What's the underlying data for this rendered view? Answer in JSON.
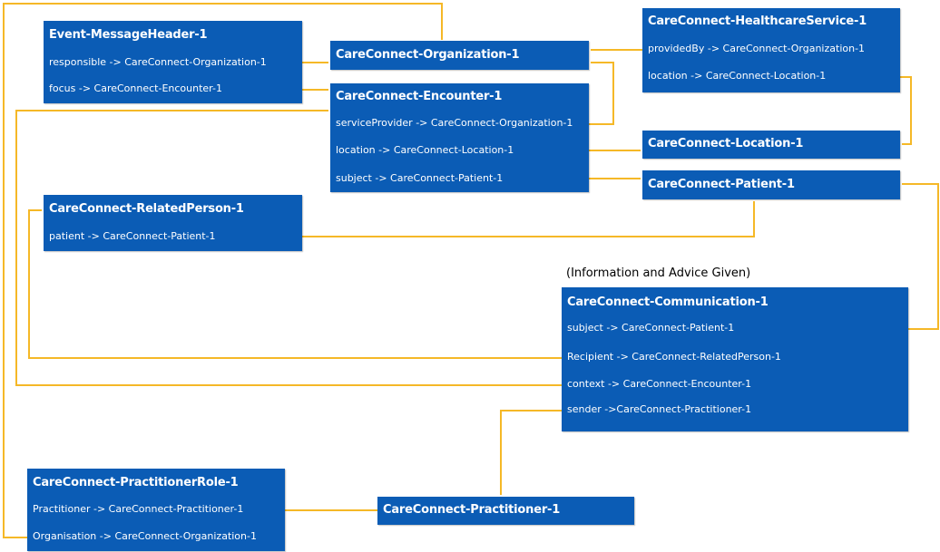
{
  "colors": {
    "box": "#0b5cb5",
    "connector": "#f5b827",
    "text": "#ffffff"
  },
  "caption": "(Information and Advice Given)",
  "boxes": {
    "message_header": {
      "title": "Event-MessageHeader-1",
      "fields": [
        "responsible -> CareConnect-Organization-1",
        "focus -> CareConnect-Encounter-1"
      ]
    },
    "organization": {
      "title": "CareConnect-Organization-1"
    },
    "encounter": {
      "title": "CareConnect-Encounter-1",
      "fields": [
        "serviceProvider -> CareConnect-Organization-1",
        "location -> CareConnect-Location-1",
        "subject -> CareConnect-Patient-1"
      ]
    },
    "healthcare_service": {
      "title": "CareConnect-HealthcareService-1",
      "fields": [
        "providedBy -> CareConnect-Organization-1",
        "location -> CareConnect-Location-1"
      ]
    },
    "location": {
      "title": "CareConnect-Location-1"
    },
    "patient": {
      "title": "CareConnect-Patient-1"
    },
    "related_person": {
      "title": "CareConnect-RelatedPerson-1",
      "fields": [
        "patient -> CareConnect-Patient-1"
      ]
    },
    "communication": {
      "title": "CareConnect-Communication-1",
      "fields": [
        "subject -> CareConnect-Patient-1",
        "Recipient -> CareConnect-RelatedPerson-1",
        "context -> CareConnect-Encounter-1",
        "sender ->CareConnect-Practitioner-1"
      ]
    },
    "practitioner_role": {
      "title": "CareConnect-PractitionerRole-1",
      "fields": [
        "Practitioner -> CareConnect-Practitioner-1",
        "Organisation -> CareConnect-Organization-1"
      ]
    },
    "practitioner": {
      "title": "CareConnect-Practitioner-1"
    }
  }
}
